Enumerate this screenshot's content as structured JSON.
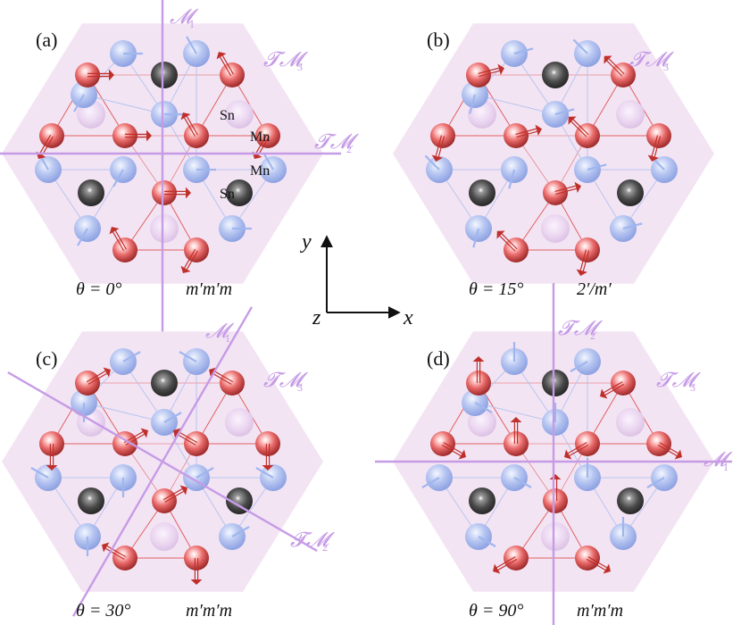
{
  "colors": {
    "hexagon_fill": "#f3e4f4",
    "mirror_line": "#c69be6",
    "mn_atom": "#e86868",
    "sn_atom_dark": "#4a4a4a",
    "mn_blue_atom": "#aebfef",
    "sn_ghost_atom": "#e9d3ef",
    "bond_red": "#e06060",
    "bond_blue": "#b7c5ee",
    "spin_arrow_red": "#c0302b",
    "spin_arrow_blue": "#9fb6ee"
  },
  "axes": {
    "x": "x",
    "y": "y",
    "z": "z"
  },
  "panels": [
    {
      "label": "(a)",
      "theta": "θ = 0°",
      "group": "m′m′m",
      "spin_angle_deg": 0,
      "lines": [
        {
          "angle_deg": 90,
          "name": "𝓜",
          "sub": "1"
        },
        {
          "angle_deg": 0,
          "name": "𝓣𝓜",
          "sub": "2"
        },
        {
          "angle_deg": null,
          "name": "𝓣𝓜",
          "sub": "3"
        }
      ],
      "atom_labels": [
        {
          "text": "Sn",
          "atom": "ghost_top_right"
        },
        {
          "text": "Mn",
          "atom": "red_right"
        },
        {
          "text": "Mn",
          "atom": "blue_right"
        },
        {
          "text": "Sn",
          "atom": "dark_right"
        }
      ]
    },
    {
      "label": "(b)",
      "theta": "θ = 15°",
      "group": "2′/m′",
      "spin_angle_deg": 15,
      "lines": [
        {
          "angle_deg": null,
          "name": "𝓣𝓜",
          "sub": "3"
        }
      ],
      "atom_labels": []
    },
    {
      "label": "(c)",
      "theta": "θ = 30°",
      "group": "m′m′m",
      "spin_angle_deg": 30,
      "lines": [
        {
          "angle_deg": 60,
          "name": "𝓜",
          "sub": "1"
        },
        {
          "angle_deg": -30,
          "name": "𝓣𝓜",
          "sub": "2"
        },
        {
          "angle_deg": null,
          "name": "𝓣𝓜",
          "sub": "3"
        }
      ],
      "atom_labels": []
    },
    {
      "label": "(d)",
      "theta": "θ = 90°",
      "group": "m′m′m",
      "spin_angle_deg": 90,
      "lines": [
        {
          "angle_deg": 0,
          "name": "𝓜",
          "sub": "1"
        },
        {
          "angle_deg": 90,
          "name": "𝓣𝓜",
          "sub": "2"
        },
        {
          "angle_deg": null,
          "name": "𝓣𝓜",
          "sub": "3"
        }
      ],
      "atom_labels": []
    }
  ]
}
